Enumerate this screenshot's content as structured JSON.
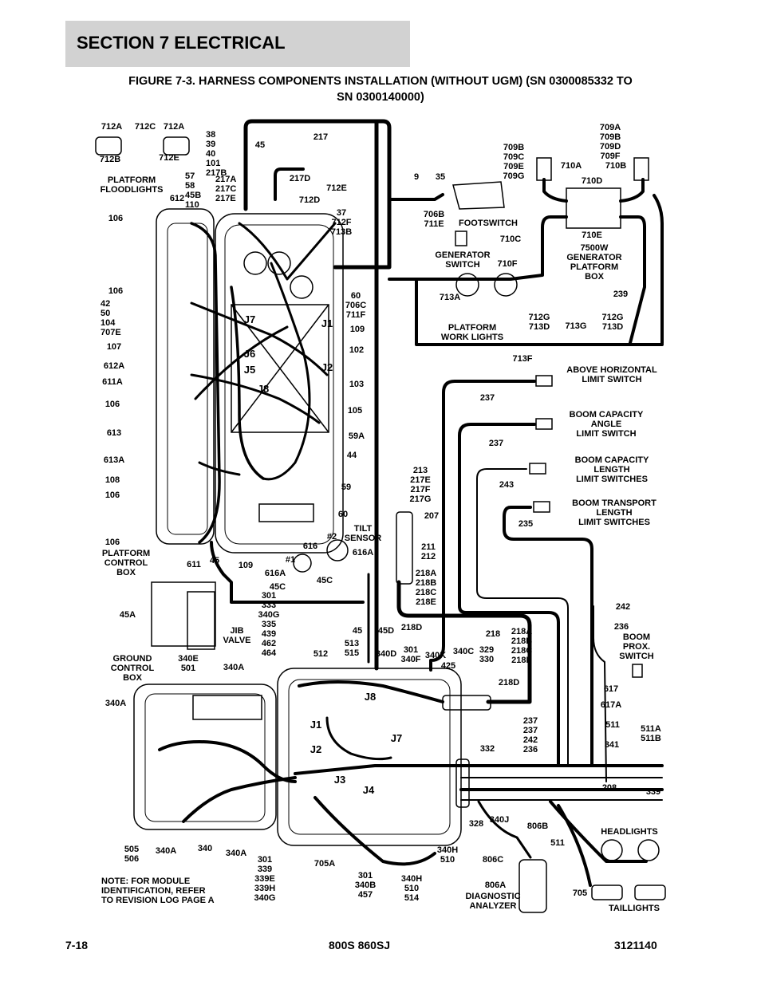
{
  "section_header": "SECTION 7   ELECTRICAL",
  "figure_title": {
    "line1": "FIGURE 7-3. HARNESS COMPONENTS INSTALLATION (WITHOUT UGM) (SN 0300085332 TO",
    "line2": "SN 0300140000)"
  },
  "footer": {
    "page_number": "7-18",
    "model": "800S 860SJ",
    "doc_number": "3121140"
  },
  "callout_groups": [
    [
      "712A"
    ],
    [
      "712C"
    ],
    [
      "712A"
    ],
    [
      "712B"
    ],
    [
      "712E"
    ],
    [
      "38",
      "39",
      "40",
      "101",
      "217B"
    ],
    [
      "45"
    ],
    [
      "217"
    ],
    [
      "57",
      "58",
      "45B",
      "110"
    ],
    [
      "217A",
      "217C",
      "217E"
    ],
    [
      "217D"
    ],
    [
      "712E"
    ],
    [
      "712D"
    ],
    [
      "37",
      "712F",
      "713B"
    ],
    [
      "9"
    ],
    [
      "35"
    ],
    [
      "706B",
      "711E"
    ],
    [
      "FOOTSWITCH"
    ],
    [
      "709B",
      "709C",
      "709E",
      "709G"
    ],
    [
      "709A",
      "709B",
      "709D",
      "709F"
    ],
    [
      "710A"
    ],
    [
      "710B"
    ],
    [
      "710D"
    ],
    [
      "710E"
    ],
    [
      "710C"
    ],
    [
      "710F"
    ],
    [
      "7500W",
      "GENERATOR",
      "PLATFORM",
      "BOX"
    ],
    [
      "GENERATOR",
      "SWITCH"
    ],
    [
      "239"
    ],
    [
      "713A"
    ],
    [
      "PLATFORM",
      "WORK LIGHTS"
    ],
    [
      "712G",
      "713D"
    ],
    [
      "713G"
    ],
    [
      "712G",
      "713D"
    ],
    [
      "713F"
    ],
    [
      "PLATFORM",
      "FLOODLIGHTS"
    ],
    [
      "612"
    ],
    [
      "106"
    ],
    [
      "106"
    ],
    [
      "42",
      "50",
      "104",
      "707E"
    ],
    [
      "107"
    ],
    [
      "612A"
    ],
    [
      "611A"
    ],
    [
      "106"
    ],
    [
      "613"
    ],
    [
      "613A"
    ],
    [
      "108"
    ],
    [
      "106"
    ],
    [
      "106"
    ],
    [
      "PLATFORM",
      "CONTROL",
      "BOX"
    ],
    [
      "611"
    ],
    [
      "45"
    ],
    [
      "109"
    ],
    [
      "60",
      "706C",
      "711F"
    ],
    [
      "109"
    ],
    [
      "102"
    ],
    [
      "103"
    ],
    [
      "105"
    ],
    [
      "59A"
    ],
    [
      "44"
    ],
    [
      "59"
    ],
    [
      "60"
    ],
    [
      "J7"
    ],
    [
      "J1"
    ],
    [
      "J6"
    ],
    [
      "J2"
    ],
    [
      "J5"
    ],
    [
      "J8"
    ],
    [
      "ABOVE HORIZONTAL",
      "LIMIT SWITCH"
    ],
    [
      "237"
    ],
    [
      "BOOM CAPACITY",
      "ANGLE",
      "LIMIT SWITCH"
    ],
    [
      "237"
    ],
    [
      "BOOM CAPACITY",
      "LENGTH",
      "LIMIT SWITCHES"
    ],
    [
      "243"
    ],
    [
      "BOOM TRANSPORT",
      "LENGTH",
      "LIMIT SWITCHES"
    ],
    [
      "235"
    ],
    [
      "213",
      "217E",
      "217F",
      "217G"
    ],
    [
      "207"
    ],
    [
      "TILT",
      "SENSOR"
    ],
    [
      "#2"
    ],
    [
      "616"
    ],
    [
      "616A"
    ],
    [
      "#1"
    ],
    [
      "616A"
    ],
    [
      "45C"
    ],
    [
      "45C"
    ],
    [
      "211",
      "212"
    ],
    [
      "218A",
      "218B",
      "218C",
      "218E"
    ],
    [
      "45A"
    ],
    [
      "JIB",
      "VALVE"
    ],
    [
      "301",
      "333",
      "340G",
      "335",
      "439",
      "462",
      "464"
    ],
    [
      "45"
    ],
    [
      "45D"
    ],
    [
      "218D"
    ],
    [
      "218"
    ],
    [
      "218A",
      "218B",
      "218C",
      "218E"
    ],
    [
      "242"
    ],
    [
      "236"
    ],
    [
      "BOOM",
      "PROX.",
      "SWITCH"
    ],
    [
      "GROUND",
      "CONTROL",
      "BOX"
    ],
    [
      "340E",
      "501"
    ],
    [
      "340A"
    ],
    [
      "340A"
    ],
    [
      "512"
    ],
    [
      "513",
      "515"
    ],
    [
      "340D"
    ],
    [
      "301",
      "340F"
    ],
    [
      "340K"
    ],
    [
      "425"
    ],
    [
      "340C"
    ],
    [
      "329",
      "330"
    ],
    [
      "218D"
    ],
    [
      "J8"
    ],
    [
      "J1"
    ],
    [
      "J7"
    ],
    [
      "J2"
    ],
    [
      "J3"
    ],
    [
      "J4"
    ],
    [
      "617"
    ],
    [
      "617A"
    ],
    [
      "511"
    ],
    [
      "511A",
      "511B"
    ],
    [
      "237",
      "237",
      "242",
      "236"
    ],
    [
      "332"
    ],
    [
      "341"
    ],
    [
      "208"
    ],
    [
      "339"
    ],
    [
      "328"
    ],
    [
      "340J"
    ],
    [
      "806B"
    ],
    [
      "511"
    ],
    [
      "505",
      "506"
    ],
    [
      "340A"
    ],
    [
      "340"
    ],
    [
      "340A"
    ],
    [
      "301",
      "339",
      "339E",
      "339H",
      "340G"
    ],
    [
      "705A"
    ],
    [
      "340H",
      "510"
    ],
    [
      "301",
      "340B",
      "457"
    ],
    [
      "340H",
      "510",
      "514"
    ],
    [
      "806C"
    ],
    [
      "806A"
    ],
    [
      "DIAGNOSTIC",
      "ANALYZER"
    ],
    [
      "HEADLIGHTS"
    ],
    [
      "705"
    ],
    [
      "TAILLIGHTS"
    ],
    [
      "NOTE: FOR MODULE",
      "IDENTIFICATION, REFER",
      "TO REVISION LOG PAGE A"
    ]
  ]
}
